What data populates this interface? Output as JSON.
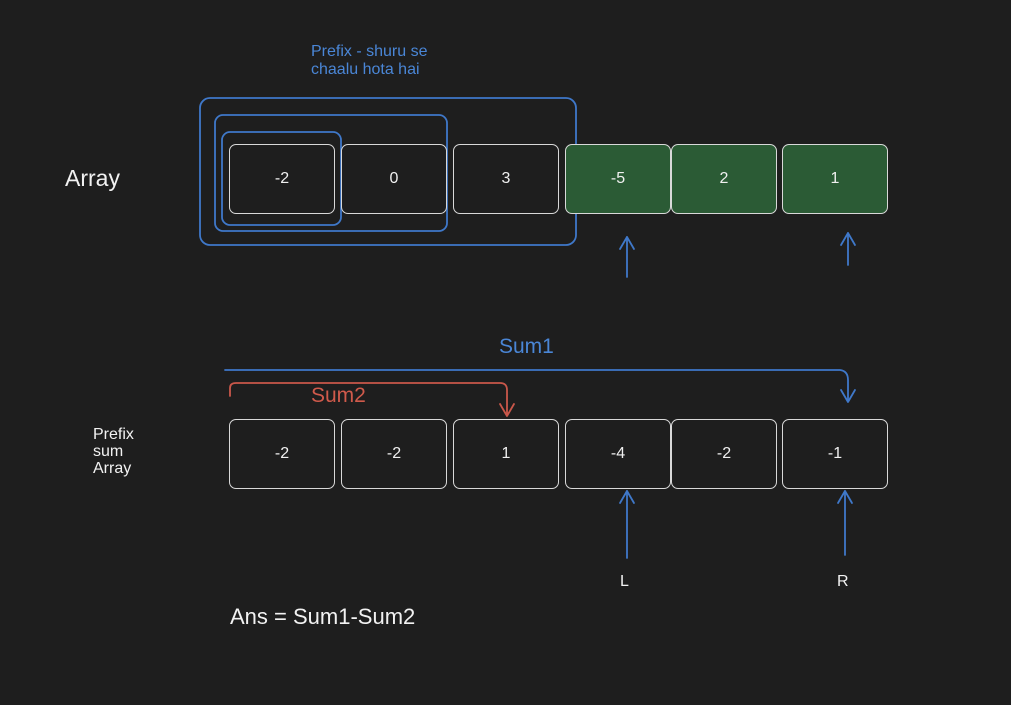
{
  "colors": {
    "background": "#1e1e1e",
    "blue": "#3f78c9",
    "red": "#c9574a",
    "green_fill": "#2b5b35",
    "cell_border": "#d9d9d9"
  },
  "note": {
    "line1": "Prefix - shuru se",
    "line2": "chaalu hota hai"
  },
  "array": {
    "label": "Array",
    "values": [
      "-2",
      "0",
      "3",
      "-5",
      "2",
      "1"
    ],
    "highlighted_range": "indices 3-5"
  },
  "prefix": {
    "label_line1": "Prefix",
    "label_line2": "sum",
    "label_line3": "Array",
    "values": [
      "-2",
      "-2",
      "1",
      "-4",
      "-2",
      "-1"
    ]
  },
  "sum1_label": "Sum1",
  "sum2_label": "Sum2",
  "l_label": "L",
  "r_label": "R",
  "answer": "Ans = Sum1-Sum2"
}
